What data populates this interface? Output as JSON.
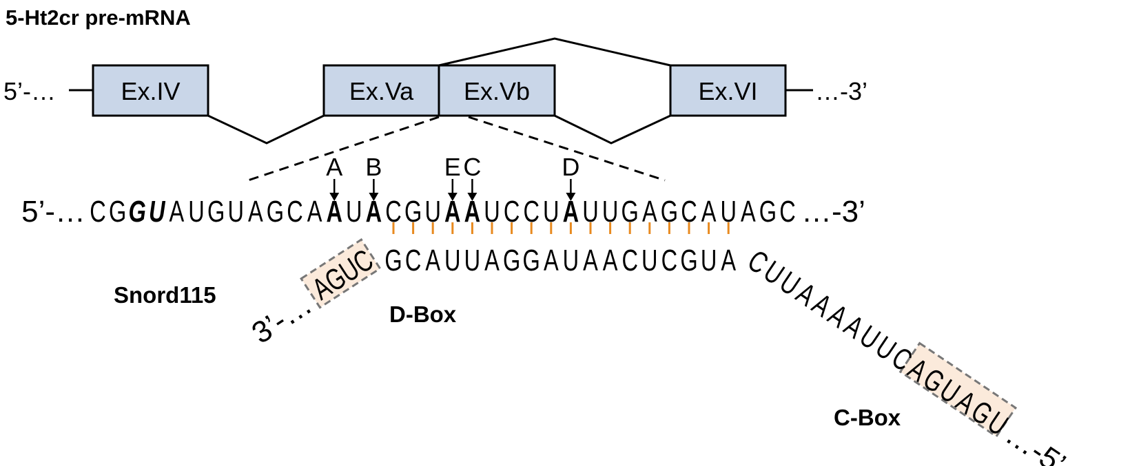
{
  "title": "5-Ht2cr pre-mRNA",
  "exons": [
    "Ex.IV",
    "Ex.Va",
    "Ex.Vb",
    "Ex.VI"
  ],
  "pre_mrna_ends": {
    "five": "5’-…",
    "three": "…-3’"
  },
  "target": {
    "five_end": "5’-…",
    "three_end": "…-3’",
    "sequence": "CGGUAUGUAGCAAUACGUAAUCCUAUUGAGCAUAGC",
    "bold_italic_indices": [
      2,
      3
    ],
    "edit_sites": [
      {
        "label": "A",
        "index": 12
      },
      {
        "label": "B",
        "index": 14
      },
      {
        "label": "E",
        "index": 18
      },
      {
        "label": "C",
        "index": 19
      },
      {
        "label": "D",
        "index": 24
      }
    ]
  },
  "snord": {
    "name": "Snord115",
    "paired": "GCAUUAGGAUAACUCGUA",
    "paired_start_index": 15,
    "tail": "CUUAAAAUUC",
    "c_box_seq": "AGUAGU",
    "c_box_label": "C-Box",
    "d_box_seq": "AGUC",
    "d_box_label": "D-Box",
    "three_end": "3’-…",
    "five_end": "…-5’"
  },
  "colors": {
    "exon_fill": "#c9d6e8",
    "edit": "#e00000",
    "pair": "#e88a1f",
    "box_fill": "#fbeadb"
  }
}
